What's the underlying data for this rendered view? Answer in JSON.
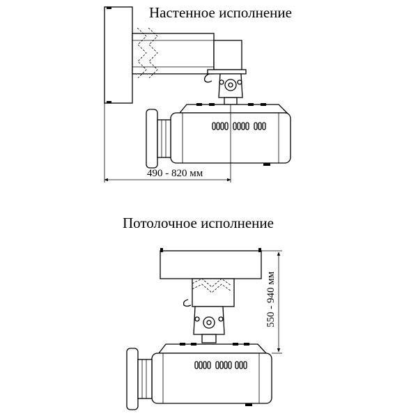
{
  "wall_section": {
    "title": "Настенное исполнение",
    "dimension_label": "490 - 820 мм"
  },
  "ceiling_section": {
    "title": "Потолочное исполнение",
    "dimension_label": "550 - 940 мм"
  }
}
